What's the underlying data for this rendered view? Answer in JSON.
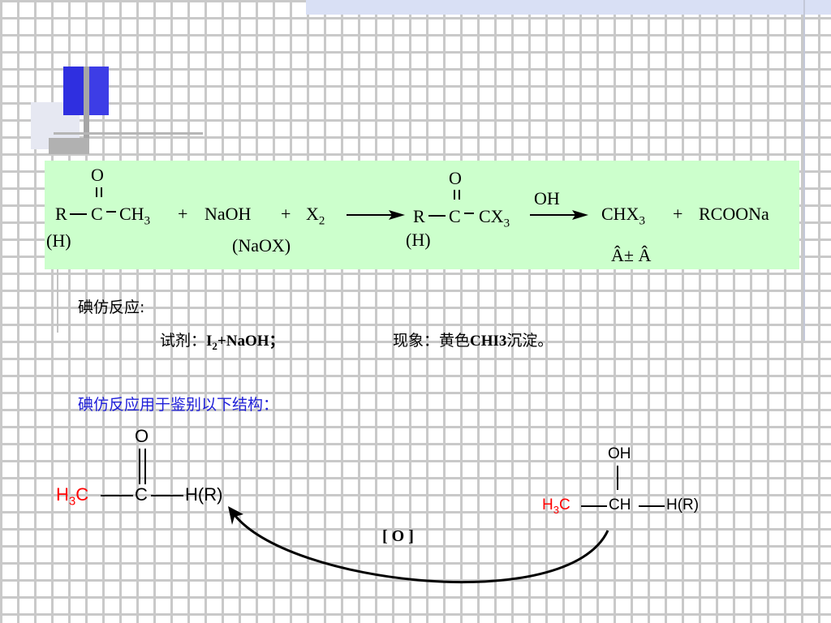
{
  "reaction": {
    "r1_carbonyl_o": "O",
    "r1_r": "R",
    "r1_c": "C",
    "r1_ch": "CH",
    "r1_ch_sub": "3",
    "r1_h": "(H)",
    "plus1": "+",
    "naoh": "NaOH",
    "plus2": "+",
    "x": "X",
    "x_sub": "2",
    "naox": "(NaOX)",
    "p1_carbonyl_o": "O",
    "p1_r": "R",
    "p1_c": "C",
    "p1_cx": "CX",
    "p1_cx_sub": "3",
    "p1_h": "(H)",
    "oh_label": "OH",
    "chx": "CHX",
    "chx_sub": "3",
    "plus3": "+",
    "rcoona": "RCOONa",
    "garbled": "Â± Â"
  },
  "section": {
    "title": "碘仿反应:",
    "reagent_prefix": "试剂：",
    "reagent_i": "I",
    "reagent_i_sub": "2",
    "reagent_rest": "+NaOH；",
    "phenomenon_prefix": "现象：黄色",
    "phenomenon_chi3": "CHI3",
    "phenomenon_suffix": "沉淀。",
    "usage_title": "碘仿反应用于鉴别以下结构："
  },
  "ketone": {
    "o": "O",
    "h3c_h": "H",
    "h3c_3": "3",
    "h3c_c": "C",
    "c": "C",
    "hr": "H(R)"
  },
  "alcohol": {
    "oh": "OH",
    "h3c_h": "H",
    "h3c_3": "3",
    "h3c_c": "C",
    "ch": "CH",
    "hr": "H(R)"
  },
  "oxidation_label": "[ O ]",
  "colors": {
    "green_box": "#ccffcc",
    "blue_text": "#1f1fd8",
    "red_text": "#ff0000"
  }
}
